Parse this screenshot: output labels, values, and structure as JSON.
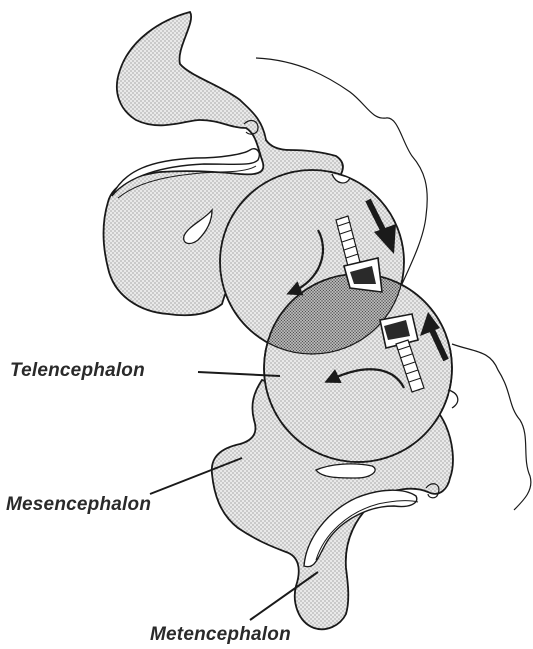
{
  "labels": {
    "telencephalon": "Telencephalon",
    "mesencephalon": "Mesencephalon",
    "metencephalon": "Metencephalon"
  },
  "colors": {
    "stroke": "#1a1a1a",
    "fill": "#e6e6e6",
    "stipple": "#8a8a8a",
    "overlap": "#9a9a9a",
    "arrow": "#1a1a1a",
    "background": "#ffffff"
  }
}
